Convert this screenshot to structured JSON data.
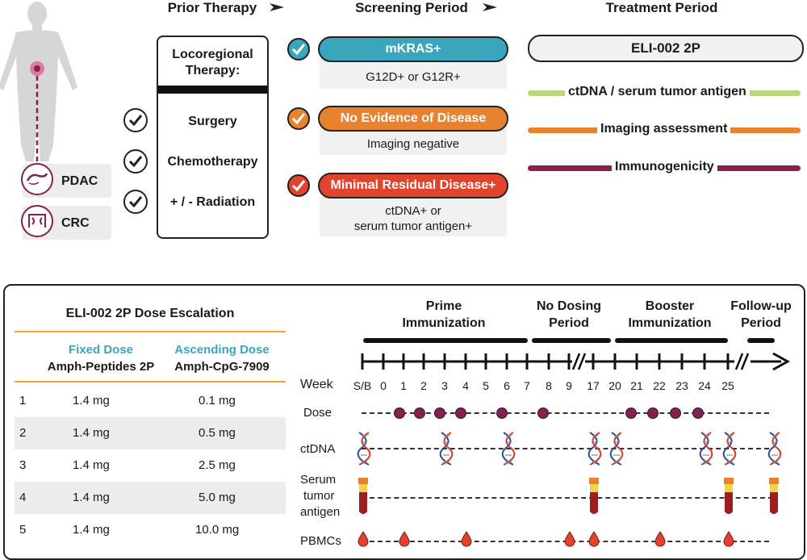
{
  "top": {
    "prior_header": "Prior Therapy",
    "screening_header": "Screening Period",
    "treatment_header": "Treatment Period",
    "locoregional_title": "Locoregional Therapy:",
    "therapies": [
      "Surgery",
      "Chemotherapy",
      "+ / - Radiation"
    ],
    "cancers": [
      "PDAC",
      "CRC"
    ],
    "screening": [
      {
        "label": "mKRAS+",
        "sub": "G12D+ or G12R+",
        "color": "#3aa6bd"
      },
      {
        "label": "No Evidence of Disease",
        "sub": "Imaging negative",
        "color": "#e9822f"
      },
      {
        "label": "Minimal Residual Disease+",
        "sub_line1": "ctDNA+ or",
        "sub_line2": "serum tumor antigen+",
        "color": "#e1432c"
      }
    ],
    "treatment_box": "ELI-002 2P",
    "treatment_lines": [
      {
        "label": "ctDNA / serum tumor antigen",
        "color": "#b6d77a"
      },
      {
        "label": "Imaging assessment",
        "color": "#e9822f"
      },
      {
        "label": "Immunogenicity",
        "color": "#86204f"
      }
    ]
  },
  "dose_table": {
    "title": "ELI-002 2P Dose Escalation",
    "col1_head": "Fixed Dose",
    "col1_sub": "Amph-Peptides 2P",
    "col2_head": "Ascending Dose",
    "col2_sub": "Amph-CpG-7909",
    "head_color": "#3aa6bd",
    "rule_color": "#f0a830",
    "rows": [
      {
        "n": "1",
        "fixed": "1.4 mg",
        "asc": "0.1 mg"
      },
      {
        "n": "2",
        "fixed": "1.4 mg",
        "asc": "0.5 mg"
      },
      {
        "n": "3",
        "fixed": "1.4 mg",
        "asc": "2.5 mg"
      },
      {
        "n": "4",
        "fixed": "1.4 mg",
        "asc": "5.0 mg"
      },
      {
        "n": "5",
        "fixed": "1.4 mg",
        "asc": "10.0 mg"
      }
    ]
  },
  "schedule": {
    "phases": [
      {
        "line1": "Prime",
        "line2": "Immunization"
      },
      {
        "line1": "No Dosing",
        "line2": "Period"
      },
      {
        "line1": "Booster",
        "line2": "Immunization"
      },
      {
        "line1": "Follow-up",
        "line2": "Period"
      }
    ],
    "week_label": "Week",
    "weeks": [
      "S/B",
      "0",
      "1",
      "2",
      "3",
      "4",
      "5",
      "6",
      "7",
      "8",
      "9",
      "17",
      "20",
      "21",
      "22",
      "23",
      "24",
      "25"
    ],
    "row_labels": {
      "dose": "Dose",
      "ctdna": "ctDNA",
      "serum_l1": "Serum",
      "serum_l2": "tumor",
      "serum_l3": "antigen",
      "pbmc": "PBMCs"
    },
    "dose_weeks": [
      "0",
      "1",
      "2",
      "3",
      "5",
      "7",
      "20",
      "21",
      "22",
      "23"
    ],
    "ctdna_weeks": [
      "S/B",
      "3",
      "6",
      "17",
      "20",
      "24",
      "25",
      "Follow-up"
    ],
    "serum_weeks": [
      "S/B",
      "17",
      "25",
      "Follow-up"
    ],
    "pbmc_weeks": [
      "S/B",
      "1",
      "4",
      "9",
      "17",
      "22",
      "25"
    ],
    "colors": {
      "dose": "#86204f",
      "pbmc": "#e1432c",
      "tube": "#9b1f1f"
    }
  }
}
